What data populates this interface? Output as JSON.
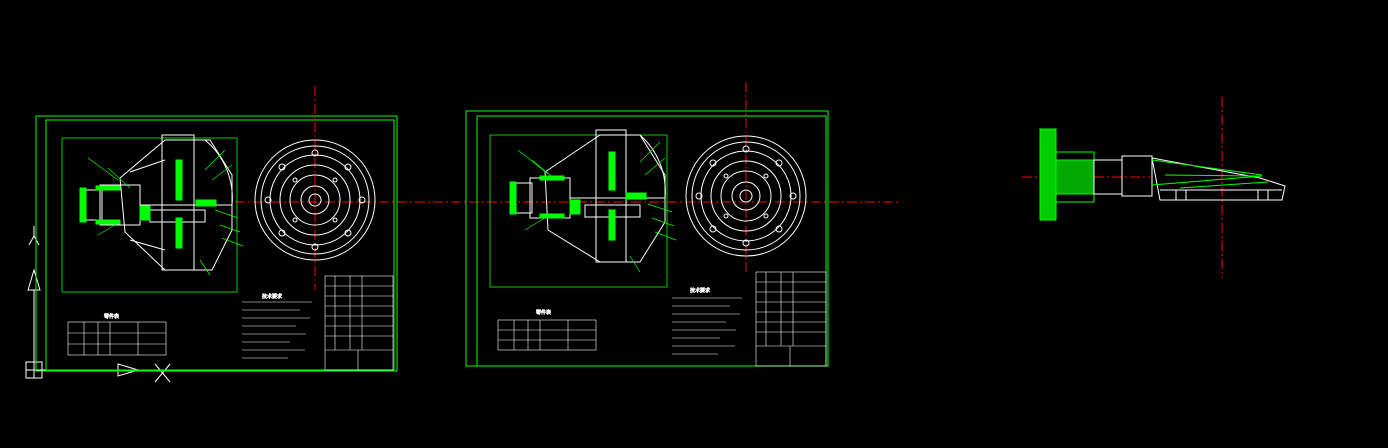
{
  "app": {
    "view": "model-space",
    "background": "#000000"
  },
  "colors": {
    "frame": "#00ff00",
    "geometry": "#ffffff",
    "highlight": "#00ff00",
    "centerline": "#ff0000",
    "leader": "#00ff00"
  },
  "ucs_icon": {
    "x_axis_label": "X",
    "y_axis_label": "Y",
    "icon": "ucs-icon"
  },
  "sheets": [
    {
      "name": "drawing-sheet-1",
      "title_text": "技术要求",
      "parts_table_title": "零件表"
    },
    {
      "name": "drawing-sheet-2",
      "title_text": "技术要求",
      "parts_table_title": "零件表"
    }
  ],
  "detail_part": {
    "name": "gear-shaft-detail"
  },
  "cursor": {
    "icon": "crosshair-cursor-icon"
  }
}
